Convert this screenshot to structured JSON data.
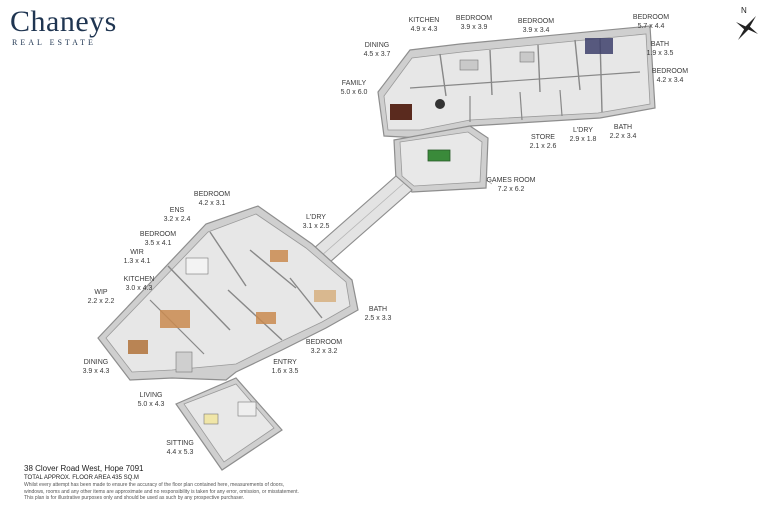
{
  "brand": {
    "name": "Chaneys",
    "tagline": "REAL ESTATE"
  },
  "compass": {
    "label": "N"
  },
  "rooms": [
    {
      "id": "kitchen-north",
      "name": "KITCHEN",
      "dims": "4.9 x 4.3"
    },
    {
      "id": "bedroom-n1",
      "name": "BEDROOM",
      "dims": "3.9 x 3.9"
    },
    {
      "id": "bedroom-n2",
      "name": "BEDROOM",
      "dims": "3.9 x 3.4"
    },
    {
      "id": "bedroom-n3",
      "name": "BEDROOM",
      "dims": "5.7 x 4.4"
    },
    {
      "id": "dining-north",
      "name": "DINING",
      "dims": "4.5 x 3.7"
    },
    {
      "id": "bath-n1",
      "name": "BATH",
      "dims": "1.9 x 3.5"
    },
    {
      "id": "bedroom-n4",
      "name": "BEDROOM",
      "dims": "4.2 x 3.4"
    },
    {
      "id": "family",
      "name": "FAMILY",
      "dims": "5.0 x 6.0"
    },
    {
      "id": "laundry-north",
      "name": "L'DRY",
      "dims": "2.9 x 1.8"
    },
    {
      "id": "bath-n2",
      "name": "BATH",
      "dims": "2.2 x 3.4"
    },
    {
      "id": "store",
      "name": "STORE",
      "dims": "2.1 x 2.6"
    },
    {
      "id": "games-room",
      "name": "GAMES ROOM",
      "dims": "7.2 x 6.2"
    },
    {
      "id": "bedroom-s1",
      "name": "BEDROOM",
      "dims": "4.2 x 3.1"
    },
    {
      "id": "ens",
      "name": "ENS",
      "dims": "3.2 x 2.4"
    },
    {
      "id": "laundry-south",
      "name": "L'DRY",
      "dims": "3.1 x 2.5"
    },
    {
      "id": "bedroom-s2",
      "name": "BEDROOM",
      "dims": "3.5 x 4.1"
    },
    {
      "id": "wir",
      "name": "WIR",
      "dims": "1.3 x 4.1"
    },
    {
      "id": "kitchen-south",
      "name": "KITCHEN",
      "dims": "3.0 x 4.3"
    },
    {
      "id": "wip",
      "name": "WIP",
      "dims": "2.2 x 2.2"
    },
    {
      "id": "bath-s",
      "name": "BATH",
      "dims": "2.5 x 3.3"
    },
    {
      "id": "bedroom-s3",
      "name": "BEDROOM",
      "dims": "3.2 x 3.2"
    },
    {
      "id": "dining-south",
      "name": "DINING",
      "dims": "3.9 x 4.3"
    },
    {
      "id": "entry",
      "name": "ENTRY",
      "dims": "1.6 x 3.5"
    },
    {
      "id": "living",
      "name": "LIVING",
      "dims": "5.0 x 4.3"
    },
    {
      "id": "sitting",
      "name": "SITTING",
      "dims": "4.4 x 5.3"
    }
  ],
  "footer": {
    "address": "38 Clover Road West, Hope 7091",
    "area": "TOTAL APPROX. FLOOR AREA 435 SQ.M",
    "disclaimer_1": "Whilst every attempt has been made to ensure the accuracy of the floor plan contained here, measurements of doors,",
    "disclaimer_2": "windows, rooms and any other items are approximate and no responsibility is taken for any error, omission, or misstatement.",
    "disclaimer_3": "This plan is for illustrative purposes only and should be used as such by any prospective purchaser."
  }
}
